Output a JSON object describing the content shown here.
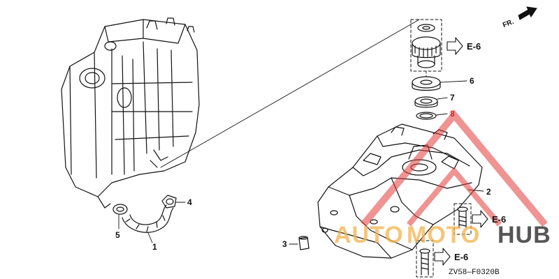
{
  "diagram": {
    "callouts": {
      "c1": "1",
      "c2": "2",
      "c3": "3",
      "c4": "4",
      "c5": "5",
      "c6": "6",
      "c7": "7",
      "c8": "8"
    },
    "refs": {
      "top": "E-6",
      "mid": "E-6",
      "bottom": "E-6"
    },
    "front_marker": "FR.",
    "drawing_code": "ZV58—F0320B"
  },
  "watermark": {
    "text_left": "AUTO",
    "text_mid": "MOTO",
    "text_right": "HUB",
    "colors": {
      "triangle": "#e23b3b",
      "text_orange": "#f3b24a",
      "text_dark": "#2c2c2c"
    }
  }
}
